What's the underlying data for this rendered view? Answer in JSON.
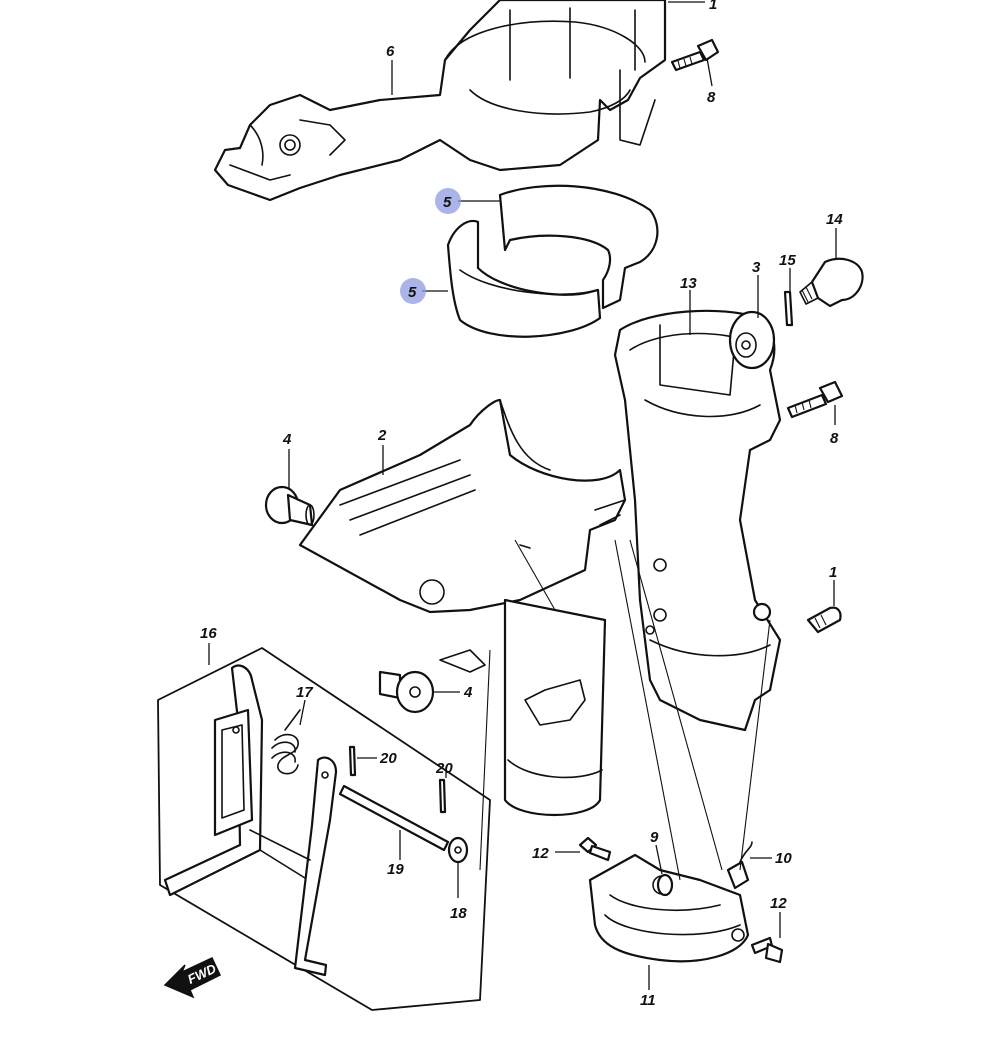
{
  "diagram": {
    "highlight_color": "#8e9be0",
    "fwd_label": "FWD",
    "callouts": [
      {
        "id": "c1-top",
        "text": "1"
      },
      {
        "id": "c8-top",
        "text": "8"
      },
      {
        "id": "c6",
        "text": "6"
      },
      {
        "id": "c5-upper",
        "text": "5",
        "highlighted": true
      },
      {
        "id": "c5-lower",
        "text": "5",
        "highlighted": true
      },
      {
        "id": "c14",
        "text": "14"
      },
      {
        "id": "c3",
        "text": "3"
      },
      {
        "id": "c15",
        "text": "15"
      },
      {
        "id": "c13",
        "text": "13"
      },
      {
        "id": "c8-mid",
        "text": "8"
      },
      {
        "id": "c4-upper",
        "text": "4"
      },
      {
        "id": "c2",
        "text": "2"
      },
      {
        "id": "c1-mid",
        "text": "1"
      },
      {
        "id": "c16",
        "text": "16"
      },
      {
        "id": "c17",
        "text": "17"
      },
      {
        "id": "c4-lower",
        "text": "4"
      },
      {
        "id": "c20-a",
        "text": "20"
      },
      {
        "id": "c20-b",
        "text": "20"
      },
      {
        "id": "c19",
        "text": "19"
      },
      {
        "id": "c18",
        "text": "18"
      },
      {
        "id": "c12-left",
        "text": "12"
      },
      {
        "id": "c9",
        "text": "9"
      },
      {
        "id": "c10",
        "text": "10"
      },
      {
        "id": "c12-right",
        "text": "12"
      },
      {
        "id": "c11",
        "text": "11"
      }
    ]
  }
}
